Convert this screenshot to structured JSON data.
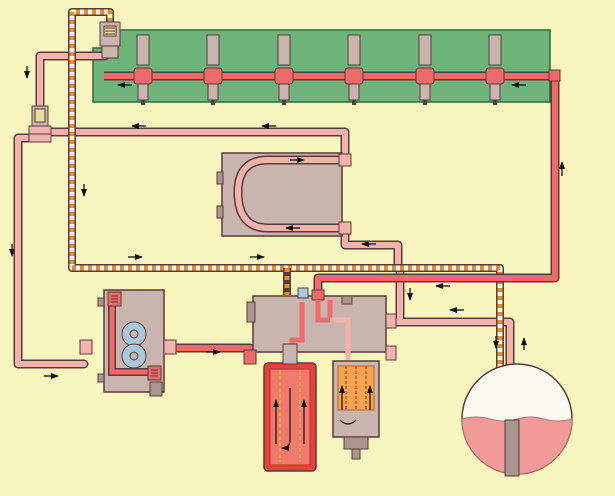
{
  "diagram": {
    "type": "fuel-system-schematic",
    "colors": {
      "background": "#f8f5bf",
      "engine_block": "#6fb47a",
      "engine_block_edge": "#2f6a3a",
      "supply_line": "#ef6b6b",
      "return_line": "#f3b3ad",
      "leakoff_stripe": "#e98a2f",
      "housing_gray": "#c8b5ad",
      "edge_dark": "#5a3a3a",
      "tank_fuel": "#f19a9a",
      "filter_red": "#e8413a",
      "filter_orange": "#f3a64f",
      "arrow": "#111111"
    },
    "components": [
      "engine-block",
      "fuel-injector",
      "injector-rail",
      "pressure-relief-valve",
      "check-valve",
      "fuel-cooler",
      "fuel-transfer-pump",
      "main-fuel-filter",
      "water-separator",
      "fuel-tank",
      "leak-off-line"
    ],
    "injector_count": 6
  }
}
